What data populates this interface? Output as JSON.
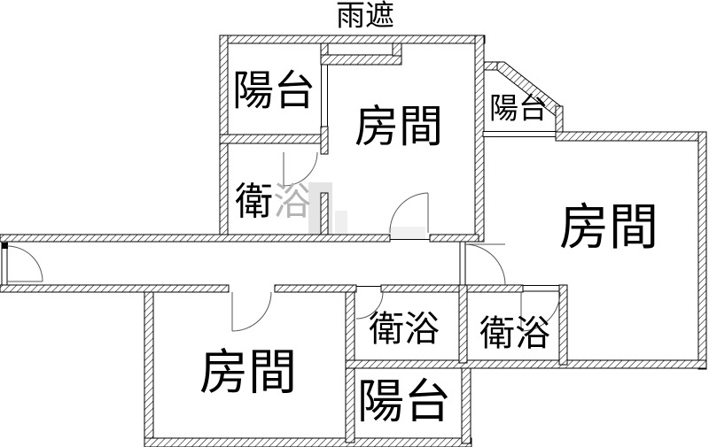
{
  "title": "apartment-floor-plan",
  "colors": {
    "wall": "#000000",
    "background": "#ffffff",
    "door_arc": "#555555",
    "watermark": "#c9c9c9"
  },
  "labels": {
    "rain_shield": "雨遮",
    "balcony_top_left": "陽台",
    "room_top": "房間",
    "balcony_top_right": "陽台",
    "room_right": "房間",
    "bath_top_left_char1": "衛",
    "bath_top_left_char2": "浴",
    "bath_middle": "衛浴",
    "bath_right": "衛浴",
    "room_bottom_left": "房間",
    "balcony_bottom": "陽台"
  }
}
